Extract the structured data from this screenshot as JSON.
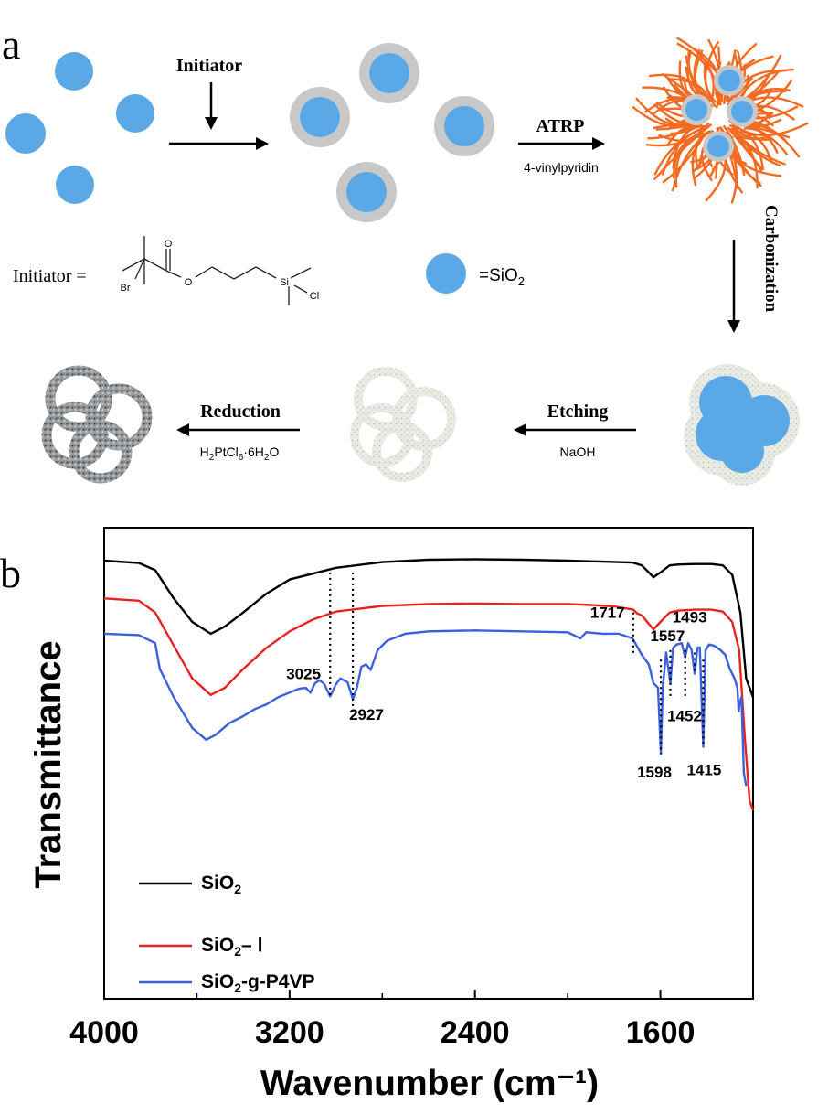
{
  "panel_a": {
    "label": "a",
    "initiator_label": "Initiator",
    "atrp_label": "ATRP",
    "monomer_label": "4-vinylpyridin",
    "carbonization_label": "Carbonization",
    "etching_label": "Etching",
    "etching_reagent": "NaOH",
    "reduction_label": "Reduction",
    "reduction_reagent": {
      "base": "H",
      "s1": "2",
      "mid": "PtCl",
      "s2": "6",
      "tail": "·6H",
      "s3": "2",
      "end": "O"
    },
    "initiator_eq": "Initiator =",
    "atom_o": "O",
    "atom_br": "Br",
    "atom_si": "Si",
    "atom_cl": "Cl",
    "legend_sio2": {
      "base": "=SiO",
      "sub": "2"
    },
    "colors": {
      "silica": "#5aa9e6",
      "shell": "#c8c8c8",
      "polymer": "#f26b21"
    }
  },
  "panel_b": {
    "label": "b"
  },
  "chart_data": {
    "type": "line",
    "xlabel": "Wavenumber (cm⁻¹)",
    "ylabel": "Transmittance",
    "xlim": [
      4000,
      1200
    ],
    "x_reversed": true,
    "x_ticks": [
      4000,
      3200,
      2400,
      1600
    ],
    "y_tick_labels": false,
    "series": [
      {
        "name": "SiO₂",
        "legend": {
          "base": "SiO",
          "sub": "2",
          "tail": ""
        },
        "color": "#000000",
        "points": [
          [
            4000,
            0.93
          ],
          [
            3850,
            0.925
          ],
          [
            3780,
            0.91
          ],
          [
            3700,
            0.85
          ],
          [
            3620,
            0.8
          ],
          [
            3540,
            0.775
          ],
          [
            3480,
            0.79
          ],
          [
            3400,
            0.82
          ],
          [
            3300,
            0.86
          ],
          [
            3200,
            0.89
          ],
          [
            3000,
            0.915
          ],
          [
            2800,
            0.927
          ],
          [
            2600,
            0.932
          ],
          [
            2400,
            0.933
          ],
          [
            2200,
            0.932
          ],
          [
            2000,
            0.93
          ],
          [
            1850,
            0.928
          ],
          [
            1720,
            0.926
          ],
          [
            1680,
            0.92
          ],
          [
            1650,
            0.905
          ],
          [
            1630,
            0.895
          ],
          [
            1600,
            0.905
          ],
          [
            1560,
            0.92
          ],
          [
            1520,
            0.922
          ],
          [
            1450,
            0.923
          ],
          [
            1380,
            0.923
          ],
          [
            1330,
            0.92
          ],
          [
            1290,
            0.9
          ],
          [
            1255,
            0.82
          ],
          [
            1230,
            0.68
          ],
          [
            1200,
            0.64
          ]
        ]
      },
      {
        "name": "SiO₂–Ⅰ",
        "legend": {
          "base": "SiO",
          "sub": "2",
          "tail": "– Ⅰ"
        },
        "color": "#e8231f",
        "points": [
          [
            4000,
            0.85
          ],
          [
            3850,
            0.845
          ],
          [
            3780,
            0.82
          ],
          [
            3700,
            0.75
          ],
          [
            3620,
            0.68
          ],
          [
            3540,
            0.645
          ],
          [
            3480,
            0.66
          ],
          [
            3400,
            0.7
          ],
          [
            3300,
            0.745
          ],
          [
            3200,
            0.78
          ],
          [
            3100,
            0.805
          ],
          [
            3000,
            0.822
          ],
          [
            2800,
            0.834
          ],
          [
            2600,
            0.838
          ],
          [
            2400,
            0.839
          ],
          [
            2200,
            0.838
          ],
          [
            2000,
            0.838
          ],
          [
            1900,
            0.836
          ],
          [
            1800,
            0.833
          ],
          [
            1717,
            0.826
          ],
          [
            1700,
            0.818
          ],
          [
            1680,
            0.814
          ],
          [
            1657,
            0.8
          ],
          [
            1630,
            0.784
          ],
          [
            1600,
            0.8
          ],
          [
            1560,
            0.82
          ],
          [
            1520,
            0.824
          ],
          [
            1450,
            0.826
          ],
          [
            1380,
            0.826
          ],
          [
            1330,
            0.822
          ],
          [
            1290,
            0.8
          ],
          [
            1260,
            0.74
          ],
          [
            1235,
            0.55
          ],
          [
            1215,
            0.42
          ],
          [
            1200,
            0.4
          ]
        ]
      },
      {
        "name": "SiO₂-g-P4VP",
        "legend": {
          "base": "SiO",
          "sub": "2",
          "tail": "-g-P4VP"
        },
        "color": "#3c5fde",
        "points": [
          [
            4000,
            0.775
          ],
          [
            3850,
            0.772
          ],
          [
            3780,
            0.755
          ],
          [
            3760,
            0.7
          ],
          [
            3700,
            0.64
          ],
          [
            3620,
            0.575
          ],
          [
            3560,
            0.55
          ],
          [
            3520,
            0.56
          ],
          [
            3460,
            0.585
          ],
          [
            3400,
            0.6
          ],
          [
            3350,
            0.615
          ],
          [
            3300,
            0.625
          ],
          [
            3250,
            0.64
          ],
          [
            3190,
            0.652
          ],
          [
            3160,
            0.658
          ],
          [
            3130,
            0.66
          ],
          [
            3110,
            0.65
          ],
          [
            3090,
            0.67
          ],
          [
            3070,
            0.676
          ],
          [
            3050,
            0.668
          ],
          [
            3025,
            0.642
          ],
          [
            3000,
            0.668
          ],
          [
            2980,
            0.68
          ],
          [
            2950,
            0.672
          ],
          [
            2927,
            0.636
          ],
          [
            2910,
            0.66
          ],
          [
            2890,
            0.705
          ],
          [
            2870,
            0.71
          ],
          [
            2850,
            0.698
          ],
          [
            2820,
            0.74
          ],
          [
            2780,
            0.76
          ],
          [
            2700,
            0.775
          ],
          [
            2600,
            0.78
          ],
          [
            2400,
            0.782
          ],
          [
            2200,
            0.78
          ],
          [
            2000,
            0.778
          ],
          [
            1945,
            0.765
          ],
          [
            1920,
            0.778
          ],
          [
            1850,
            0.775
          ],
          [
            1780,
            0.775
          ],
          [
            1720,
            0.765
          ],
          [
            1680,
            0.73
          ],
          [
            1650,
            0.71
          ],
          [
            1630,
            0.67
          ],
          [
            1610,
            0.66
          ],
          [
            1598,
            0.52
          ],
          [
            1590,
            0.66
          ],
          [
            1575,
            0.735
          ],
          [
            1557,
            0.67
          ],
          [
            1545,
            0.745
          ],
          [
            1530,
            0.752
          ],
          [
            1508,
            0.755
          ],
          [
            1493,
            0.725
          ],
          [
            1480,
            0.755
          ],
          [
            1465,
            0.74
          ],
          [
            1452,
            0.69
          ],
          [
            1440,
            0.745
          ],
          [
            1430,
            0.746
          ],
          [
            1415,
            0.535
          ],
          [
            1405,
            0.74
          ],
          [
            1390,
            0.752
          ],
          [
            1370,
            0.75
          ],
          [
            1340,
            0.74
          ],
          [
            1320,
            0.73
          ],
          [
            1300,
            0.7
          ],
          [
            1280,
            0.68
          ],
          [
            1268,
            0.66
          ],
          [
            1262,
            0.61
          ],
          [
            1258,
            0.628
          ],
          [
            1250,
            0.64
          ],
          [
            1240,
            0.48
          ],
          [
            1230,
            0.452
          ]
        ]
      }
    ],
    "annotations": [
      "3025",
      "2927",
      "1717",
      "1557",
      "1493",
      "1452",
      "1598",
      "1415"
    ],
    "legend_position": "bottom-left"
  }
}
